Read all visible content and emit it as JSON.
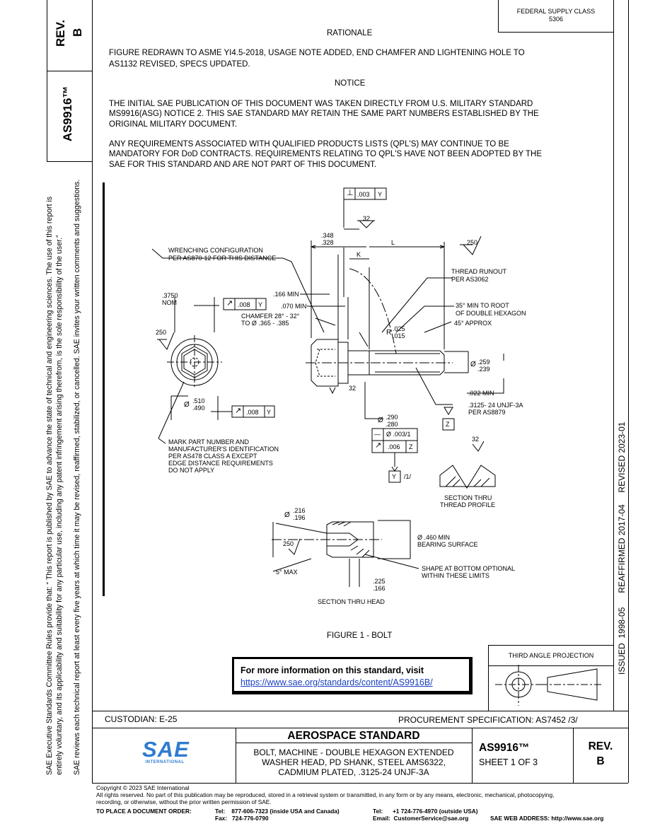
{
  "left_margin": {
    "rev_label": "REV.",
    "rev_value": "B",
    "doc_number": "AS9916™",
    "disclaimer_line1": "SAE Executive Standards Committee Rules provide that: “ This report is published by SAE to advance the state of technical and engineering sciences. The use of this report is",
    "disclaimer_line2": "entirely voluntary, and its applicability and suitability for any particular use, including any patent infringement arising therefrom, is the sole responsibility of the user.”",
    "disclaimer_line3": "SAE reviews each technical report at least every five years at which time it may be revised, reaffirmed, stabilized, or cancelled. SAE invites your written comments and suggestions."
  },
  "right_margin": {
    "dates": "ISSUED  1998-05      REAFFIRMED 2017-04     REVISED 2023-01"
  },
  "header": {
    "fsc_label": "FEDERAL SUPPLY CLASS",
    "fsc_value": "5306"
  },
  "rationale": {
    "heading": "RATIONALE",
    "line1": "FIGURE REDRAWN TO ASME YI4.5-2018, USAGE NOTE ADDED, END CHAMFER AND LIGHTENING HOLE TO",
    "line2": "AS1132 REVISED, SPECS UPDATED."
  },
  "notice": {
    "heading": "NOTICE",
    "p1_line1": "THE INITIAL SAE PUBLICATION OF THIS DOCUMENT WAS TAKEN DIRECTLY FROM U.S. MILITARY STANDARD",
    "p1_line2": "MS9916(ASG) NOTICE 2. THIS SAE STANDARD MAY RETAIN THE SAME PART NUMBERS ESTABLISHED BY THE",
    "p1_line3": "ORIGINAL MILITARY DOCUMENT.",
    "p2_line1": "ANY REQUIREMENTS ASSOCIATED WITH QUALIFIED PRODUCTS LISTS (QPL'S) MAY CONTINUE TO BE",
    "p2_line2": "MANDATORY FOR DoD CONTRACTS. REQUIREMENTS RELATING TO QPL'S HAVE NOT BEEN ADOPTED BY THE",
    "p2_line3": "SAE FOR THIS STANDARD AND ARE NOT PART OF THIS DOCUMENT."
  },
  "drawing": {
    "fcf_perp_symbol": "⊥",
    "fcf_perp_tol": ".003",
    "fcf_perp_datum": "Y",
    "finish_32_top": "32",
    "dim_348": ".348",
    "dim_328": ".328",
    "dim_L": "L",
    "dim_K": "K",
    "finish_250_right": "250",
    "wrench_1": "WRENCHING CONFIGURATION",
    "wrench_2": "PER AS870-12 FOR THIS DISTANCE",
    "thread_runout_1": "THREAD RUNOUT",
    "thread_runout_2": "PER AS3062",
    "nom_3750": ".3750",
    "nom_label": "NOM",
    "runout_symbol": "↗",
    "runout_tol_1": ".008",
    "runout_datum_1": "Y",
    "min_166": ".166 MIN",
    "min_070": ".070 MIN",
    "chamfer_1": "CHAMFER 28° - 32°",
    "chamfer_2": "TO Ø .365 - .385",
    "root_1": "35° MIN TO ROOT",
    "root_2": "OF DOUBLE HEXAGON",
    "approx_45": "45° APPROX",
    "finish_250_left": "250",
    "r_prefix": "R",
    "r_025": ".025",
    "r_015": ".015",
    "dia_prefix": "Ø",
    "d_259": ".259",
    "d_239": ".239",
    "finish_32_under": "32",
    "d_510": ".510",
    "d_490": ".490",
    "runout_tol_2": ".008",
    "runout_datum_2": "Y",
    "min_022": ".022 MIN",
    "thread_1": ".3125- 24 UNJF-3A",
    "thread_2": "PER AS8879",
    "d_290": ".290",
    "d_280": ".280",
    "datum_z": "Z",
    "straight_symbol": "—",
    "straight_tol": "Ø .003/1",
    "runout_tol_3": ".006",
    "runout_datum_3": "Z",
    "datum_y": "Y",
    "datum_y_note": "/1/",
    "mark_1": "MARK PART NUMBER AND",
    "mark_2": "MANUFACTURER'S IDENTIFICATION",
    "mark_3": "PER AS478 CLASS A EXCEPT",
    "mark_4": "EDGE DISTANCE REQUIREMENTS",
    "mark_5": "DO NOT APPLY",
    "finish_32_thread": "32",
    "section_thread_1": "SECTION THRU",
    "section_thread_2": "THREAD PROFILE",
    "d_216": ".216",
    "d_196": ".196",
    "finish_250_head": "250",
    "bearing_1": "Ø .460 MIN",
    "bearing_2": "BEARING SURFACE",
    "max_5": "5° MAX",
    "shape_1": "SHAPE AT BOTTOM OPTIONAL",
    "shape_2": "WITHIN THESE LIMITS",
    "d_225": ".225",
    "d_166": ".166",
    "section_head": "SECTION THRU HEAD",
    "figure_caption": "FIGURE 1 - BOLT"
  },
  "info_box": {
    "heading": "For more information on this standard, visit",
    "link": "https://www.sae.org/standards/content/AS9916B/"
  },
  "projection": {
    "label": "THIRD ANGLE PROJECTION"
  },
  "title_block": {
    "custodian": "CUSTODIAN: E-25",
    "procurement": "PROCUREMENT SPECIFICATION: AS7452 /3/",
    "logo_text": "SAE",
    "logo_sub": "INTERNATIONAL",
    "category": "AEROSPACE STANDARD",
    "title_1": "BOLT, MACHINE - DOUBLE HEXAGON EXTENDED",
    "title_2": "WASHER HEAD, PD SHANK, STEEL AMS6322,",
    "title_3": "CADMIUM PLATED, .3125-24 UNJF-3A",
    "doc_number": "AS9916™",
    "sheet": "SHEET 1 OF 3",
    "rev_label": "REV.",
    "rev_value": "B"
  },
  "footer": {
    "copyright": "Copyright © 2023 SAE International",
    "rights_1": "All rights reserved. No part of this publication may be reproduced, stored in a retrieval system or transmitted, in any form or by any means, electronic, mechanical, photocopying,",
    "rights_2": "recording, or otherwise, without the prior written permission of SAE.",
    "order_label": "TO PLACE A DOCUMENT ORDER:",
    "tel_us": "Tel:    877-606-7323 (inside USA and Canada)",
    "fax": "Fax:   724-776-0790",
    "tel_intl": "Tel:      +1 724-776-4970 (outside USA)",
    "email": "Email:  CustomerService@sae.org",
    "web": "SAE WEB ADDRESS: http://www.sae.org"
  }
}
